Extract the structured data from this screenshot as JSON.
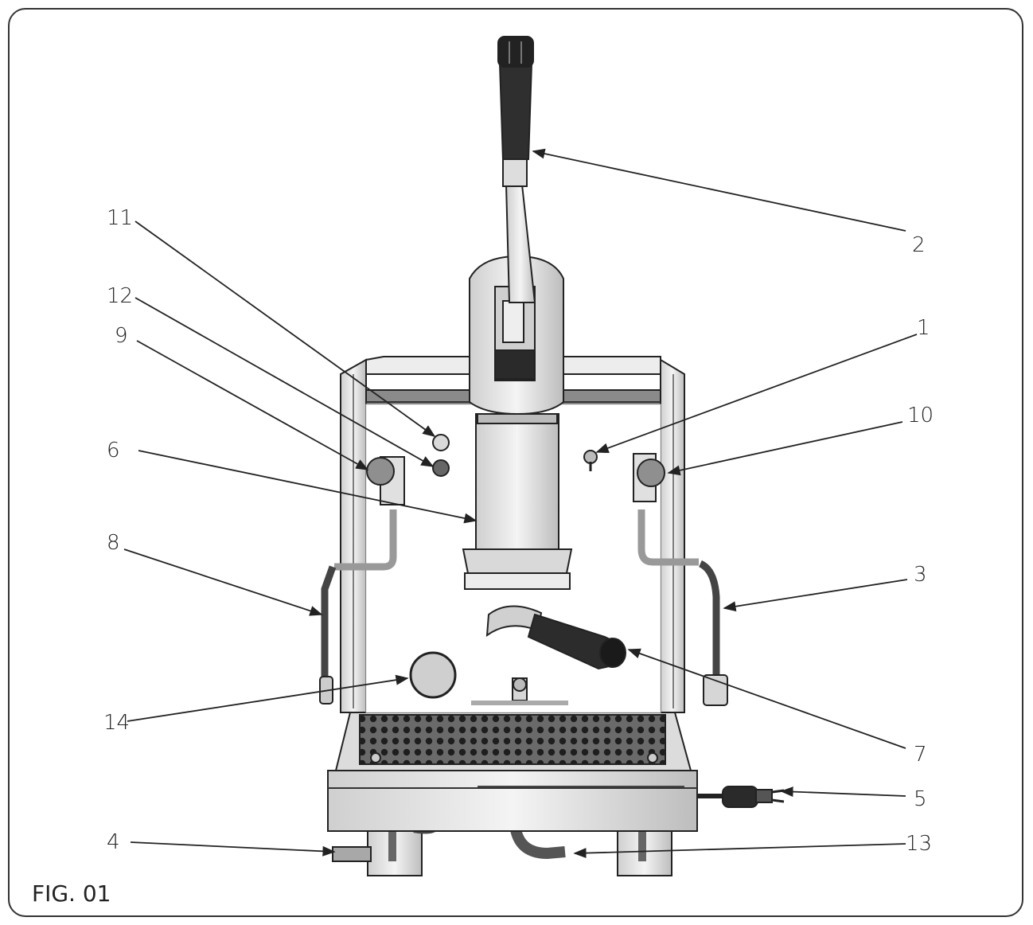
{
  "figure": {
    "caption": "FIG. 01",
    "labels": [
      {
        "id": "1",
        "text": "1"
      },
      {
        "id": "2",
        "text": "2"
      },
      {
        "id": "3",
        "text": "3"
      },
      {
        "id": "4",
        "text": "4"
      },
      {
        "id": "5",
        "text": "5"
      },
      {
        "id": "6",
        "text": "6"
      },
      {
        "id": "7",
        "text": "7"
      },
      {
        "id": "8",
        "text": "8"
      },
      {
        "id": "9",
        "text": "9"
      },
      {
        "id": "10",
        "text": "10"
      },
      {
        "id": "11",
        "text": "11"
      },
      {
        "id": "12",
        "text": "12"
      },
      {
        "id": "13",
        "text": "13"
      },
      {
        "id": "14",
        "text": "14"
      }
    ]
  }
}
